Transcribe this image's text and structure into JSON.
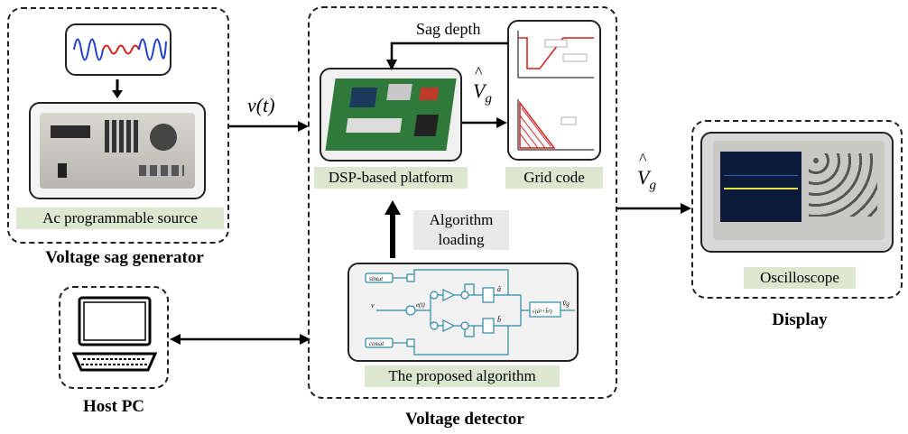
{
  "sag_generator": {
    "title": "Voltage sag generator",
    "source_label": "Ac programmable source"
  },
  "voltage_detector": {
    "title": "Voltage detector",
    "dsp_label": "DSP-based  platform",
    "grid_code_label": "Grid code",
    "sag_depth": "Sag depth",
    "algorithm_loading_1": "Algorithm",
    "algorithm_loading_2": "loading",
    "algorithm_label": "The proposed algorithm"
  },
  "display": {
    "title": "Display",
    "oscilloscope_label": "Oscilloscope"
  },
  "host_pc": {
    "title": "Host PC"
  },
  "signals": {
    "input": "v(t)",
    "vg_hat": "V",
    "vg_sub": "g"
  },
  "algorithm_block": {
    "sin_label": "sinωt",
    "cos_label": "cosωt",
    "v_label": "v",
    "e_label": "e(t)",
    "a_hat": "â",
    "b_hat": "b̂",
    "sqrt_label": "√(â²+b̂²)",
    "out_label": "V̂g"
  },
  "colors": {
    "label_green": "#dbe8cf",
    "algorithm_line": "#2a8aa8",
    "waveform_blue": "#1f3fd0",
    "waveform_red": "#d02020"
  }
}
